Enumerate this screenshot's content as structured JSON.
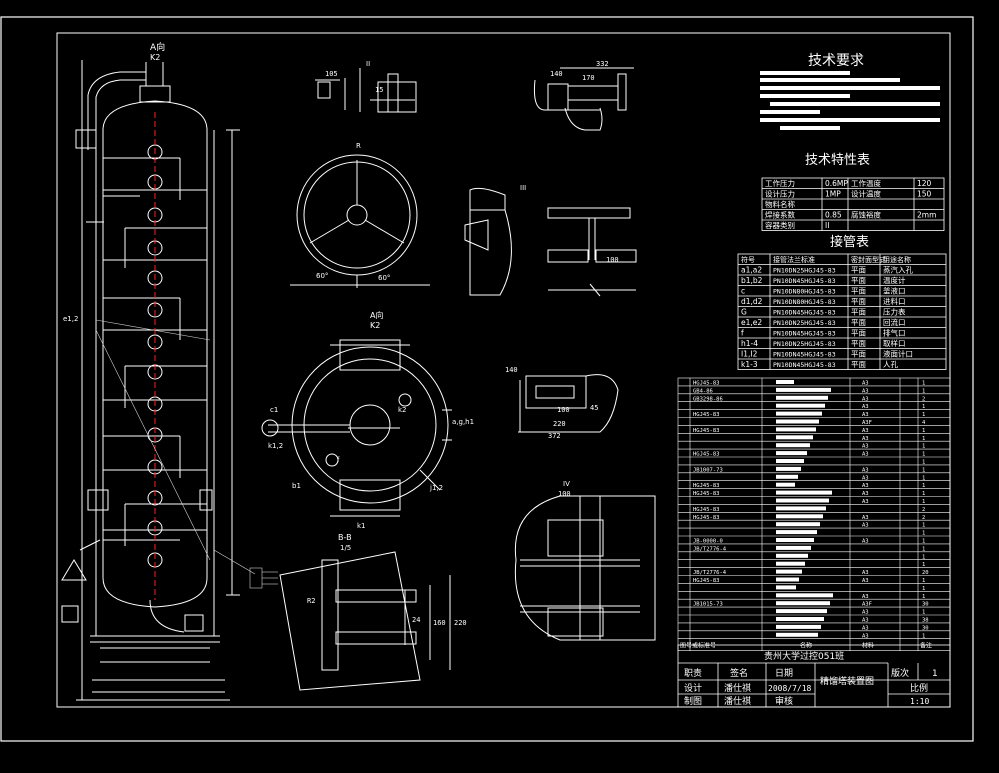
{
  "colors": {
    "background": "#000000",
    "lines": "#ffffff",
    "centerline": "#ff2020",
    "leader": "#d0d0d0"
  },
  "views": {
    "a_label": "A向",
    "a_sub": "K2",
    "bb_label": "B-B",
    "bb_scale": "1/5",
    "view_ii": "II",
    "view_iii": "III",
    "view_iv": "IV",
    "ring_dims": {
      "r": "R",
      "d1": "60°",
      "d2": "60°"
    },
    "top_dims": {
      "a": "105",
      "b": "15"
    },
    "nozzle_dims": {
      "a": "332",
      "b": "140",
      "c": "170"
    },
    "mid_dims": {
      "a": "100",
      "b": "140",
      "c": "372",
      "d": "220",
      "e": "45"
    },
    "detail_dims": {
      "a": "100"
    },
    "bb_dims": {
      "r": "R2",
      "a": "24",
      "b": "160",
      "c": "220"
    },
    "nozzle_labels": [
      "a,g,h1",
      "k2",
      "e1,2",
      "j1,2",
      "k1",
      "b1",
      "c1",
      "k1,2",
      "f"
    ]
  },
  "tech_req": {
    "title": "技术要求"
  },
  "spec_table": {
    "title": "技术特性表",
    "rows": [
      [
        "工作压力",
        "0.6MP",
        "工作温度",
        "120"
      ],
      [
        "设计压力",
        "1MP",
        "设计温度",
        "150"
      ],
      [
        "物料名称",
        "",
        "",
        ""
      ],
      [
        "焊接系数",
        "0.85",
        "腐蚀裕度",
        "2mm"
      ],
      [
        "容器类别",
        "II",
        "",
        ""
      ]
    ]
  },
  "nozzle_table": {
    "title": "接管表",
    "headers": [
      "符号",
      "接管法兰标准",
      "密封面型式",
      "用途名称"
    ],
    "rows": [
      [
        "a1,a2",
        "PN10DN25HGJ45-83",
        "平面",
        "蒸汽入孔"
      ],
      [
        "b1,b2",
        "PN10DN45HGJ45-83",
        "平面",
        "温度计"
      ],
      [
        "c",
        "PN10DN80HGJ45-83",
        "平面",
        "釜液口"
      ],
      [
        "d1,d2",
        "PN10DN80HGJ45-83",
        "平面",
        "进料口"
      ],
      [
        "G",
        "PN10DN45HGJ45-83",
        "平面",
        "压力表"
      ],
      [
        "e1,e2",
        "PN10DN25HGJ45-83",
        "平面",
        "回流口"
      ],
      [
        "f",
        "PN10DN45HGJ45-83",
        "平面",
        "排气口"
      ],
      [
        "h1-4",
        "PN10DN25HGJ45-83",
        "平面",
        "取样口"
      ],
      [
        "I1,I2",
        "PN10DN45HGJ45-83",
        "平面",
        "液面计口"
      ],
      [
        "k1-3",
        "PN10DN45HGJ45-83",
        "平面",
        "人孔"
      ]
    ]
  },
  "parts_list": {
    "codes": [
      "HGJ45-83",
      "GB4-86",
      "GB3298-86",
      "",
      "HGJ45-83",
      "",
      "HGJ45-83",
      "",
      "",
      "HGJ45-83",
      "",
      "JB1007-73",
      "",
      "HGJ45-83",
      "HGJ45-83",
      "",
      "HGJ45-83",
      "HGJ45-83",
      "",
      "",
      "JB-0000-0",
      "JB/T2776-4",
      "",
      "",
      "JB/T2776-4",
      "HGJ45-83",
      "",
      "",
      "JB1015-73",
      "",
      "",
      "",
      ""
    ],
    "mats": [
      "A3",
      "A3",
      "A3",
      "A3",
      "A3",
      "A3F",
      "A3",
      "A3",
      "A3",
      "A3",
      "",
      "A3",
      "A3",
      "A3",
      "A3",
      "A3",
      "",
      "A3",
      "A3",
      "",
      "A3",
      "",
      "",
      "",
      "A3",
      "A3",
      "",
      "A3",
      "A3F",
      "A3",
      "A3",
      "A3",
      "A3"
    ],
    "qtys": [
      "1",
      "1",
      "2",
      "1",
      "1",
      "4",
      "1",
      "1",
      "1",
      "1",
      "1",
      "1",
      "1",
      "1",
      "1",
      "1",
      "2",
      "2",
      "1",
      "1",
      "1",
      "1",
      "1",
      "1",
      "20",
      "1",
      "1",
      "1",
      "30",
      "1",
      "38",
      "30",
      "1"
    ],
    "footer": [
      "图号或标准号",
      "名称",
      "材料",
      "备注"
    ]
  },
  "title_block": {
    "school": "贵州大学过控051班",
    "r1": [
      "职责",
      "签名",
      "日期"
    ],
    "r2": [
      "设计",
      "潘仕祺",
      "2008/7/18"
    ],
    "r3": [
      "制图",
      "潘仕祺",
      "审核"
    ],
    "drawing": "精馏塔装置图",
    "edition_label": "版次",
    "edition": "1",
    "scale_label": "比例",
    "scale": "1:10"
  }
}
